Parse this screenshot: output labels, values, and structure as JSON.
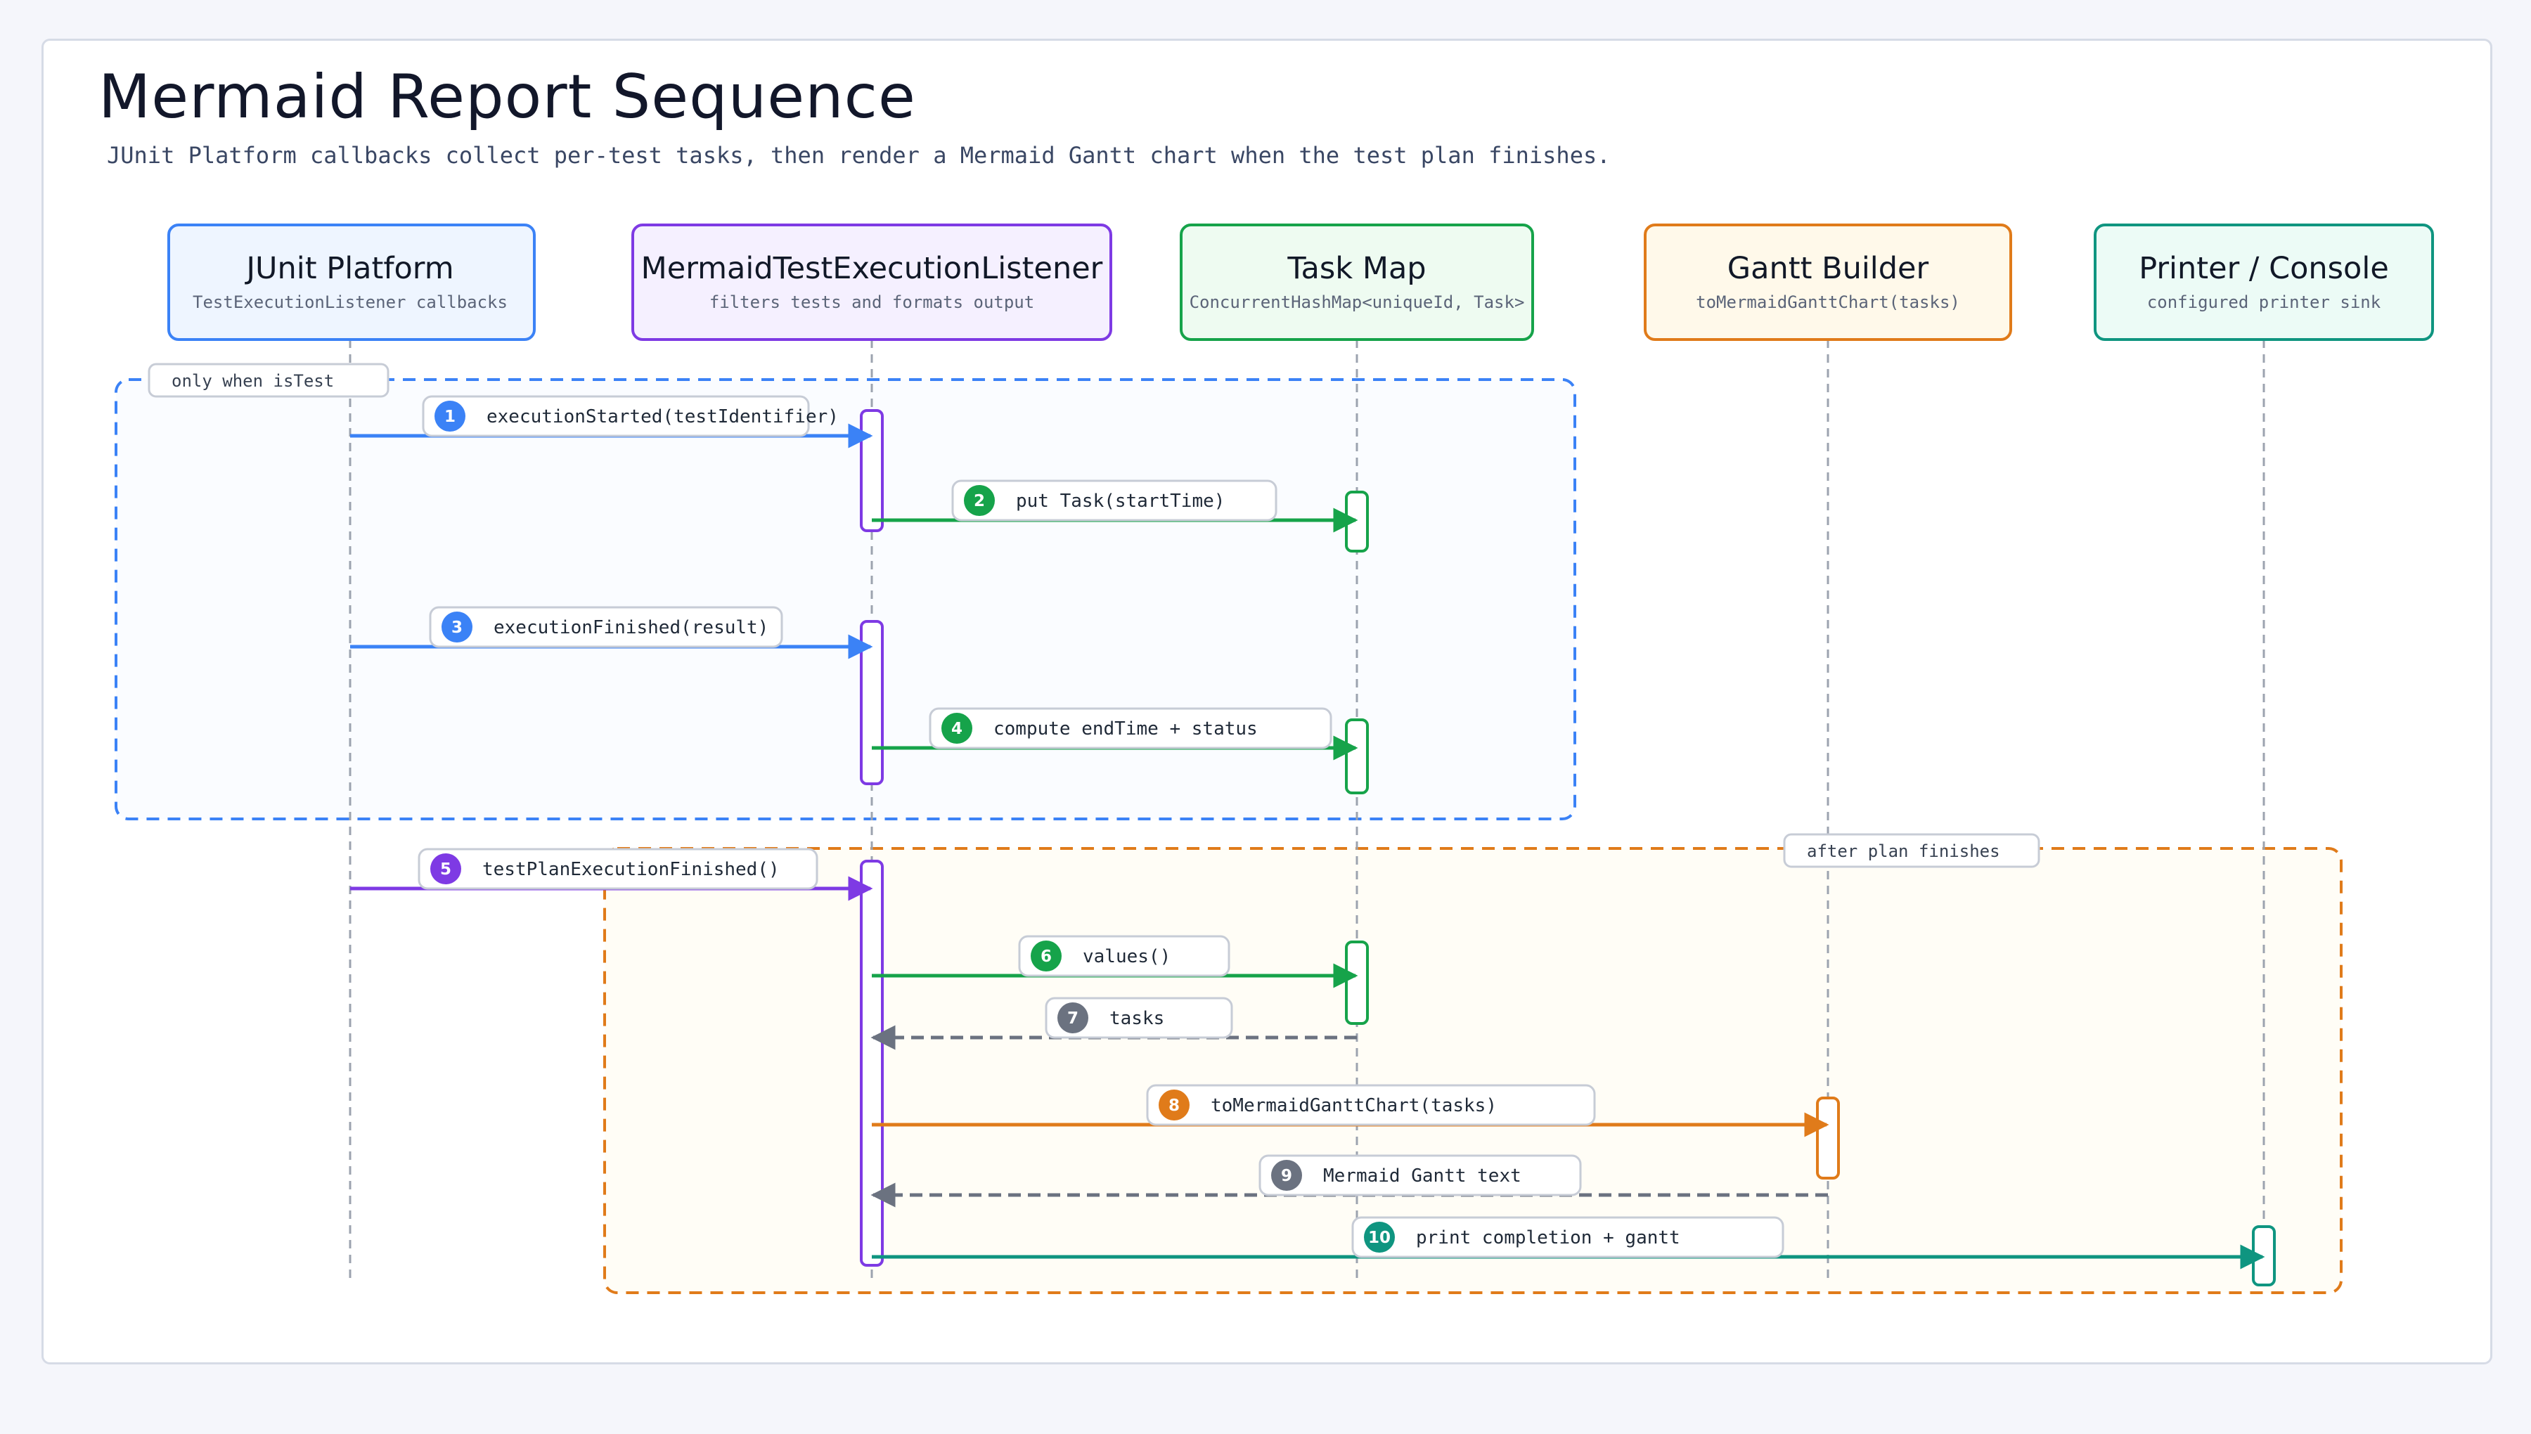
{
  "title": "Mermaid Report Sequence",
  "subtitle": "JUnit Platform callbacks collect per-test tasks, then render a Mermaid Gantt chart when the test plan finishes.",
  "participants": [
    {
      "id": "junit",
      "title": "JUnit Platform",
      "subtitle": "TestExecutionListener callbacks",
      "color": "#3b82f6",
      "fill": "#eef5ff"
    },
    {
      "id": "listener",
      "title": "MermaidTestExecutionListener",
      "subtitle": "filters tests and formats output",
      "color": "#7e3ae4",
      "fill": "#f5f0ff"
    },
    {
      "id": "taskmap",
      "title": "Task Map",
      "subtitle": "ConcurrentHashMap<uniqueId, Task>",
      "color": "#16a34a",
      "fill": "#eefbf1"
    },
    {
      "id": "gantt",
      "title": "Gantt Builder",
      "subtitle": "toMermaidGanttChart(tasks)",
      "color": "#e07b1a",
      "fill": "#fff9ea"
    },
    {
      "id": "printer",
      "title": "Printer / Console",
      "subtitle": "configured printer sink",
      "color": "#0f9580",
      "fill": "#ecfbf6"
    }
  ],
  "groups": [
    {
      "label": "only when isTest",
      "color": "#3b82f6"
    },
    {
      "label": "after plan finishes",
      "color": "#e07b1a"
    }
  ],
  "messages": [
    {
      "num": "1",
      "label": "executionStarted(testIdentifier)",
      "from": "junit",
      "to": "listener",
      "type": "call",
      "color": "#3b82f6"
    },
    {
      "num": "2",
      "label": "put Task(startTime)",
      "from": "listener",
      "to": "taskmap",
      "type": "call",
      "color": "#16a34a"
    },
    {
      "num": "3",
      "label": "executionFinished(result)",
      "from": "junit",
      "to": "listener",
      "type": "call",
      "color": "#3b82f6"
    },
    {
      "num": "4",
      "label": "compute endTime + status",
      "from": "listener",
      "to": "taskmap",
      "type": "call",
      "color": "#16a34a"
    },
    {
      "num": "5",
      "label": "testPlanExecutionFinished()",
      "from": "junit",
      "to": "listener",
      "type": "call",
      "color": "#7e3ae4"
    },
    {
      "num": "6",
      "label": "values()",
      "from": "listener",
      "to": "taskmap",
      "type": "call",
      "color": "#16a34a"
    },
    {
      "num": "7",
      "label": "tasks",
      "from": "taskmap",
      "to": "listener",
      "type": "return",
      "color": "#6b7280"
    },
    {
      "num": "8",
      "label": "toMermaidGanttChart(tasks)",
      "from": "listener",
      "to": "gantt",
      "type": "call",
      "color": "#e07b1a"
    },
    {
      "num": "9",
      "label": "Mermaid Gantt text",
      "from": "gantt",
      "to": "listener",
      "type": "return",
      "color": "#6b7280"
    },
    {
      "num": "10",
      "label": "print completion + gantt",
      "from": "listener",
      "to": "printer",
      "type": "call",
      "color": "#0f9580"
    }
  ]
}
